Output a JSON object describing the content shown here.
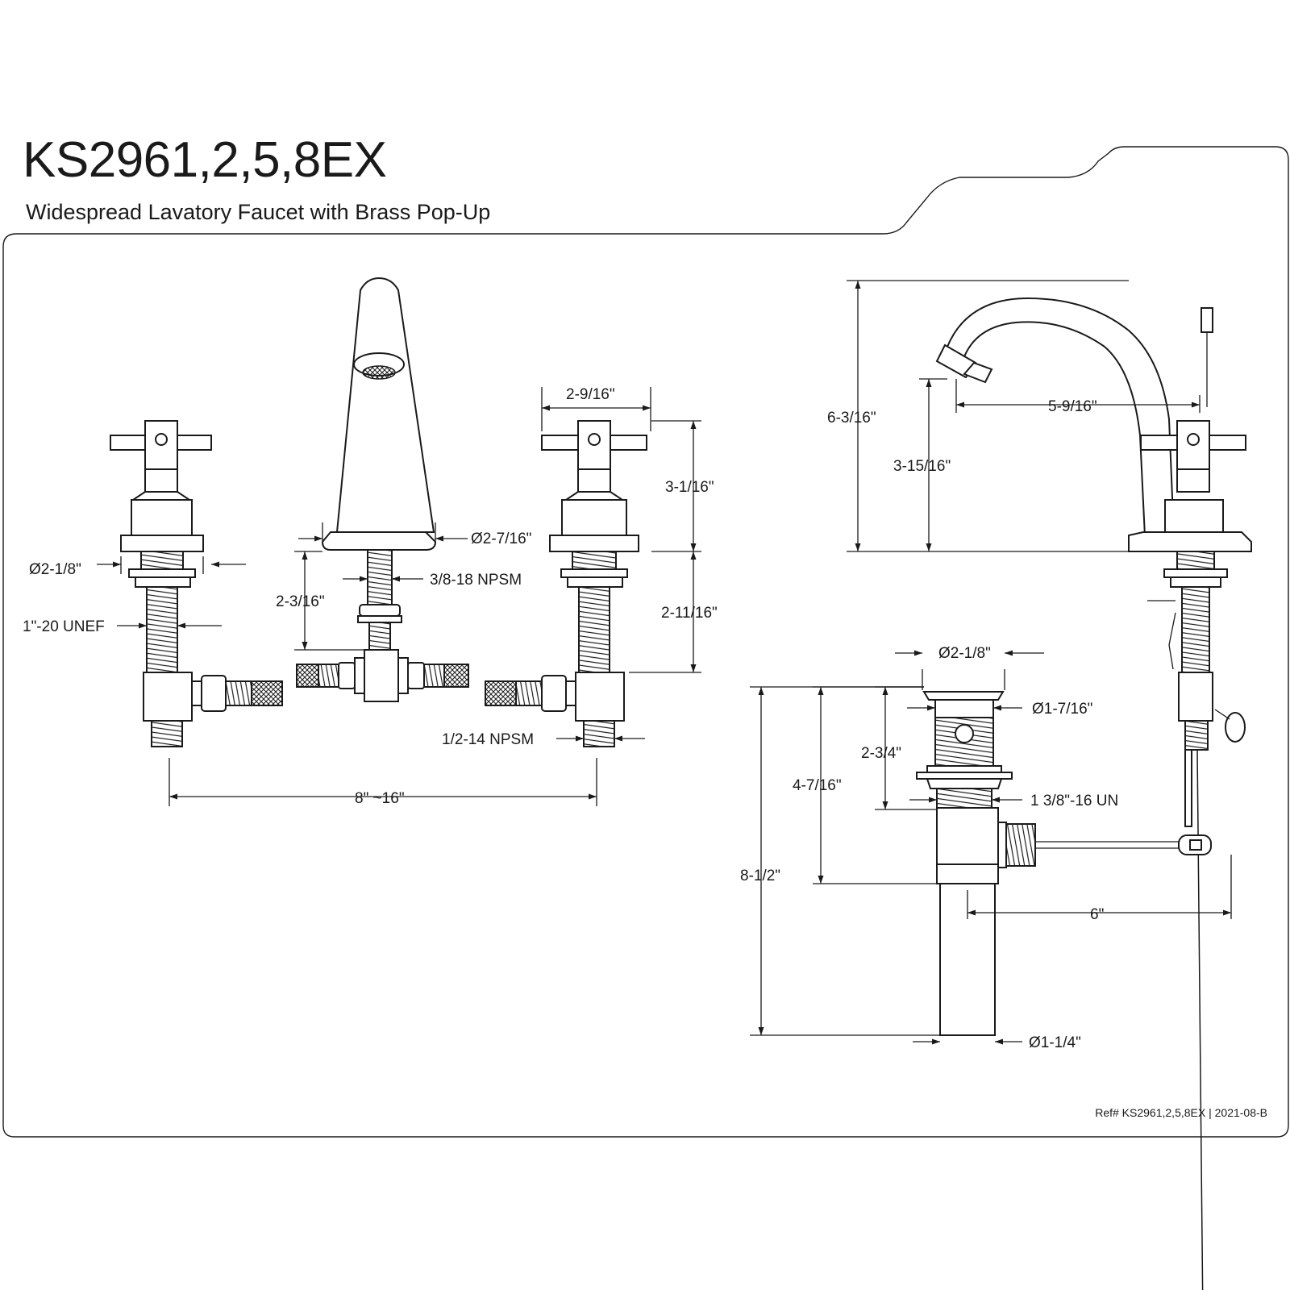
{
  "header": {
    "model": "KS2961,2,5,8EX",
    "description": "Widespread Lavatory Faucet with Brass Pop-Up"
  },
  "footer": {
    "ref": "Ref# KS2961,2,5,8EX | 2021-08-B"
  },
  "dimensions": {
    "handle_width": "2-9/16\"",
    "handle_height": "3-1/16\"",
    "valve_flange_dia": "Ø2-1/8\"",
    "valve_thread": "1\"-20 UNEF",
    "spout_base_dia": "Ø2-7/16\"",
    "spout_thread": "3/8-18 NPSM",
    "spout_shank_length": "2-3/16\"",
    "valve_shank_length": "2-11/16\"",
    "valve_outlet_thread": "1/2-14 NPSM",
    "spread": "8\" ~16\"",
    "overall_height": "6-3/16\"",
    "spout_clearance": "3-15/16\"",
    "spout_reach": "5-9/16\"",
    "drain_flange_dia": "Ø2-1/8\"",
    "drain_body_dia": "Ø1-7/16\"",
    "drain_to_nut": "2-3/4\"",
    "drain_thread": "1 3/8\"-16 UN",
    "drain_to_pivot": "4-7/16\"",
    "drain_total_length": "8-1/2\"",
    "pivot_rod_length": "6\"",
    "tailpiece_dia": "Ø1-1/4\""
  }
}
